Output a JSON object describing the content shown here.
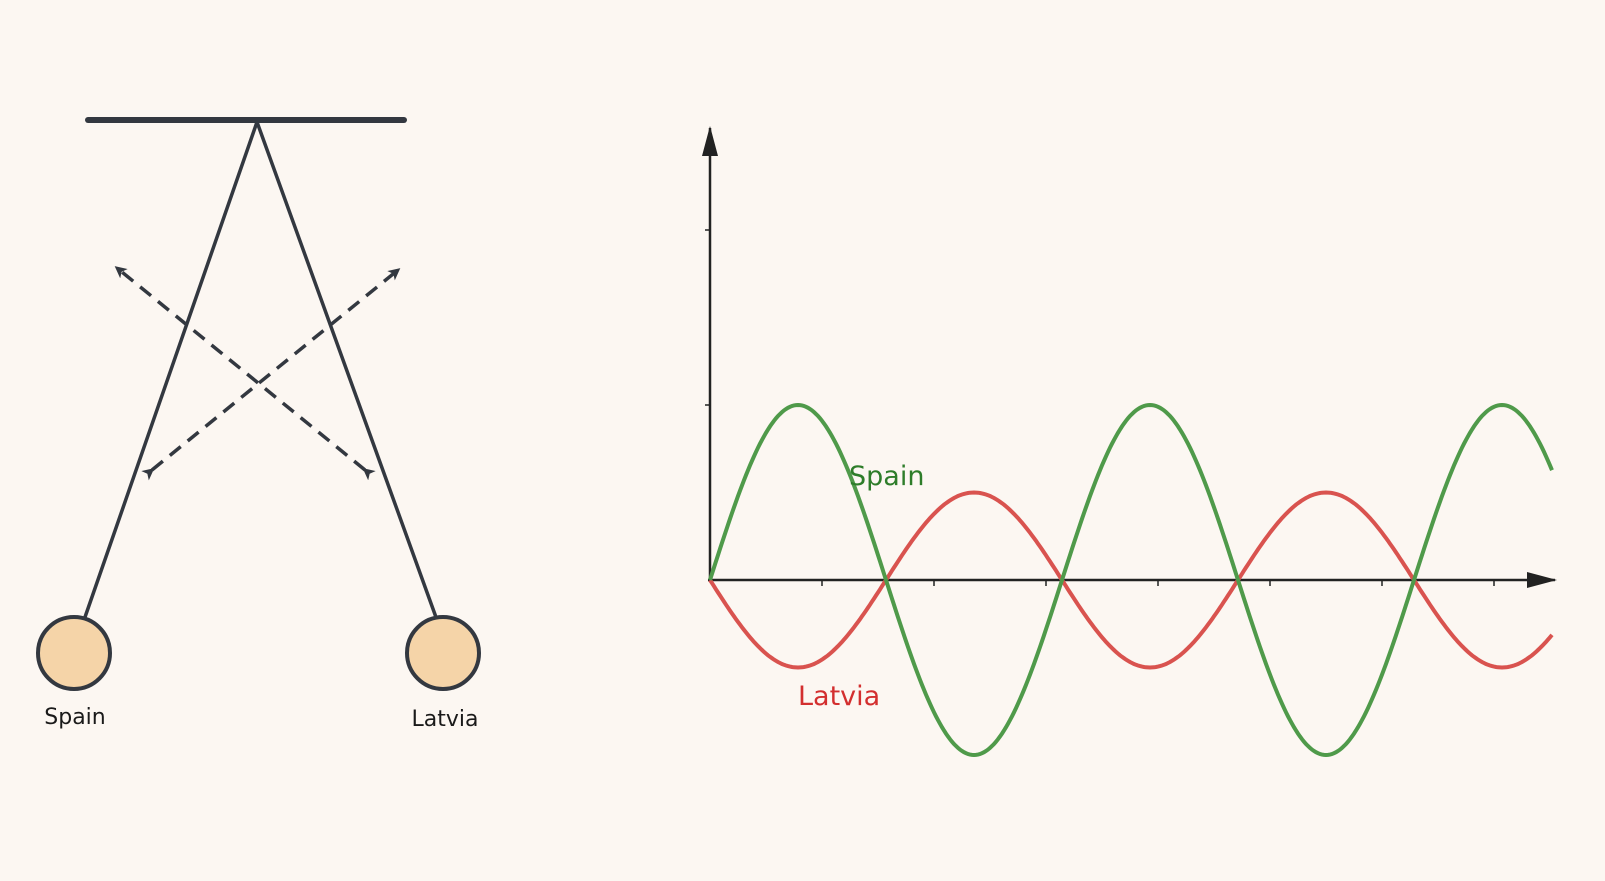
{
  "colors": {
    "background": "#fcf7f2",
    "ink": "#333840",
    "bob_fill": "#f5d4a8",
    "spain": "#4f9a4a",
    "latvia": "#d9534f",
    "spain_text": "#2e7d2a",
    "latvia_text": "#d32f2f"
  },
  "pendulum_diagram": {
    "bobs": [
      {
        "label": "Spain"
      },
      {
        "label": "Latvia"
      }
    ]
  },
  "chart_data": {
    "type": "line",
    "title": "",
    "xlabel": "",
    "ylabel": "",
    "x_ticks": 7,
    "y_ticks": 2,
    "xlim": [
      0,
      7.5
    ],
    "ylim": [
      -1,
      2.2
    ],
    "series": [
      {
        "name": "Spain",
        "amplitude": 1.0,
        "cycles_shown": 2.4,
        "phase": "starts at 0, rising"
      },
      {
        "name": "Latvia",
        "amplitude": 0.5,
        "cycles_shown": 2.4,
        "phase": "starts at 0, falling"
      }
    ]
  }
}
